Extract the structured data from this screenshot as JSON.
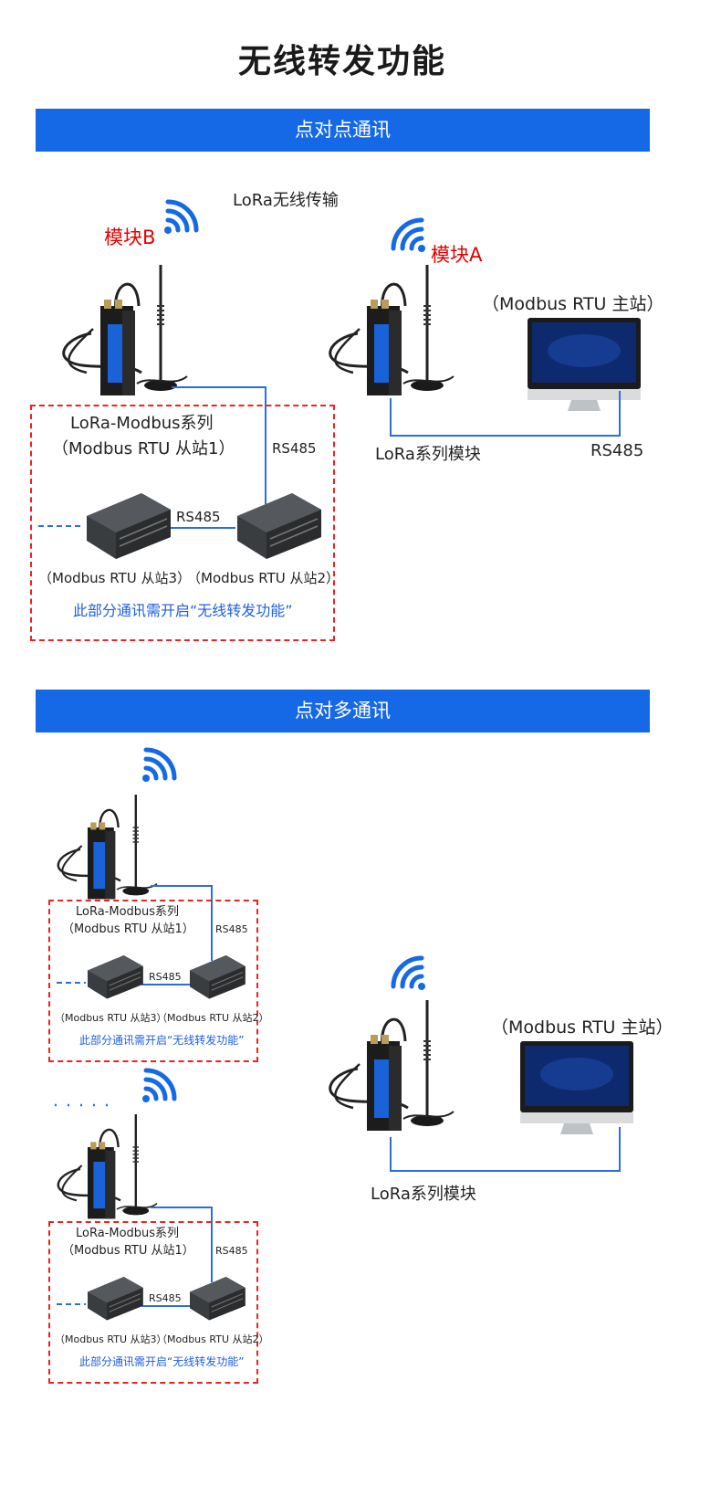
{
  "page_title": "无线转发功能",
  "section1": {
    "banner": "点对点通讯",
    "lora_wireless": "LoRa无线传输",
    "module_b": "模块B",
    "module_a": "模块A",
    "master": "（Modbus RTU 主站）",
    "device_series": "LoRa-Modbus系列",
    "slave1": "（Modbus RTU 从站1）",
    "rs485_vertical": "RS485",
    "rs485_between": "RS485",
    "slave3": "（Modbus RTU 从站3）",
    "slave2": "（Modbus RTU 从站2）",
    "note": "此部分通讯需开启“无线转发功能”",
    "lora_module": "LoRa系列模块",
    "rs485_right": "RS485"
  },
  "section2": {
    "banner": "点对多通讯",
    "group1": {
      "device_series": "LoRa-Modbus系列",
      "slave1": "（Modbus RTU 从站1）",
      "rs485_vertical": "RS485",
      "rs485_between": "RS485",
      "slave3": "（Modbus RTU 从站3）",
      "slave2": "（Modbus RTU 从站2）",
      "note": "此部分通讯需开启“无线转发功能”"
    },
    "group2": {
      "device_series": "LoRa-Modbus系列",
      "slave1": "（Modbus RTU 从站1）",
      "rs485_vertical": "RS485",
      "rs485_between": "RS485",
      "slave3": "（Modbus RTU 从站3）",
      "slave2": "（Modbus RTU 从站2）",
      "note": "此部分通讯需开启“无线转发功能”"
    },
    "master": "（Modbus RTU 主站）",
    "lora_module": "LoRa系列模块"
  },
  "colors": {
    "accent": "#1669e6",
    "dash": "#e22222",
    "wire": "#2a6ee0",
    "note": "#1f5fe0"
  },
  "icons": [
    "wifi-signal-icon",
    "lora-module-icon",
    "antenna-icon",
    "plc-device-icon",
    "monitor-icon"
  ]
}
